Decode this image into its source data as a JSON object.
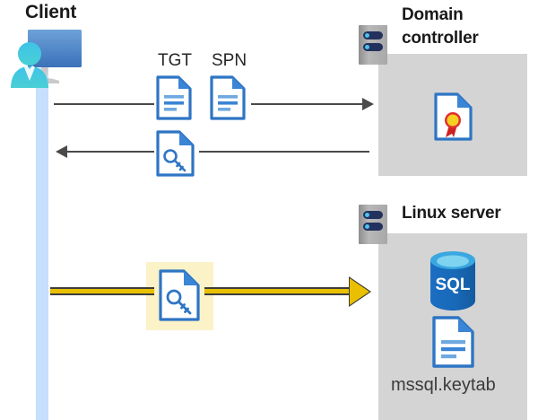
{
  "diagram": {
    "title_client": "Client",
    "title_domain_controller": "Domain\ncontroller",
    "title_domain_controller_line1": "Domain",
    "title_domain_controller_line2": "controller",
    "title_linux_server": "Linux server",
    "labels": {
      "tgt": "TGT",
      "spn": "SPN",
      "keytab_file": "mssql.keytab",
      "sql_database": "SQL"
    },
    "icons": {
      "client_person": "person-icon",
      "client_monitor": "monitor-icon",
      "server_chassis": "server-icon",
      "certificate_document": "certificate-document-icon",
      "key_document": "key-document-icon",
      "text_document": "text-document-icon",
      "sql_database": "sql-database-icon"
    },
    "flows": [
      {
        "name": "request-tgt-spn",
        "from": "Client",
        "to": "Domain controller",
        "direction": "right",
        "style": "gray",
        "annotations": [
          "TGT",
          "SPN"
        ]
      },
      {
        "name": "receive-service-ticket",
        "from": "Domain controller",
        "to": "Client",
        "direction": "left",
        "style": "gray",
        "annotations": [
          "key-document"
        ]
      },
      {
        "name": "authenticate-to-linux-server",
        "from": "Client",
        "to": "Linux server",
        "direction": "right",
        "style": "yellow-highlighted",
        "annotations": [
          "key-document"
        ]
      }
    ],
    "colors": {
      "lifeline": "#c5dffc",
      "panel": "#d4d4d4",
      "highlight_box": "#fcf2c8",
      "highlight_arrow": "#e8c000",
      "line": "#4a4a4a",
      "doc_blue": "#2e75c4",
      "sql_blue": "#1b6ec2",
      "title_text": "#1a1a1a"
    }
  }
}
